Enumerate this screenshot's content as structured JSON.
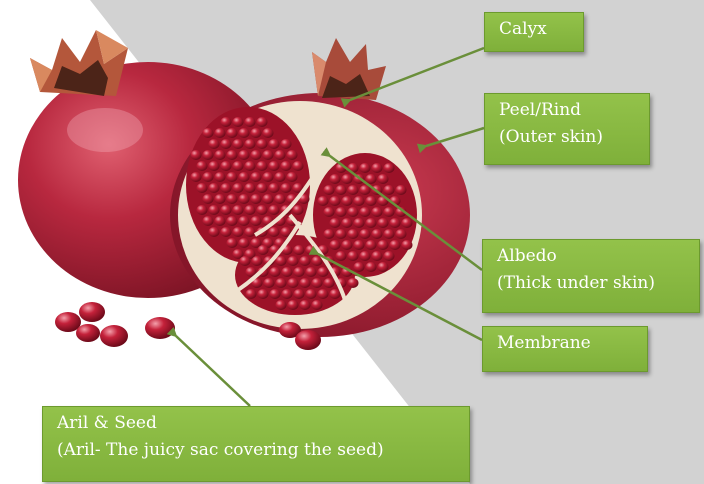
{
  "colors": {
    "label_bg": "#86b83f",
    "label_text": "#ffffff",
    "arrow": "#6a8f3a",
    "background_gray": "#d2d2d2",
    "peel": "#a8213a",
    "albedo": "#efe2cf",
    "aril": "#b3162c"
  },
  "labels": {
    "calyx": {
      "line1": "Calyx"
    },
    "peel": {
      "line1": "Peel/Rind",
      "line2": "(Outer skin)"
    },
    "albedo": {
      "line1": "Albedo",
      "line2": "(Thick under skin)"
    },
    "membrane": {
      "line1": "Membrane"
    },
    "aril": {
      "line1": "Aril & Seed",
      "line2": "(Aril- The juicy sac covering the seed)"
    }
  }
}
